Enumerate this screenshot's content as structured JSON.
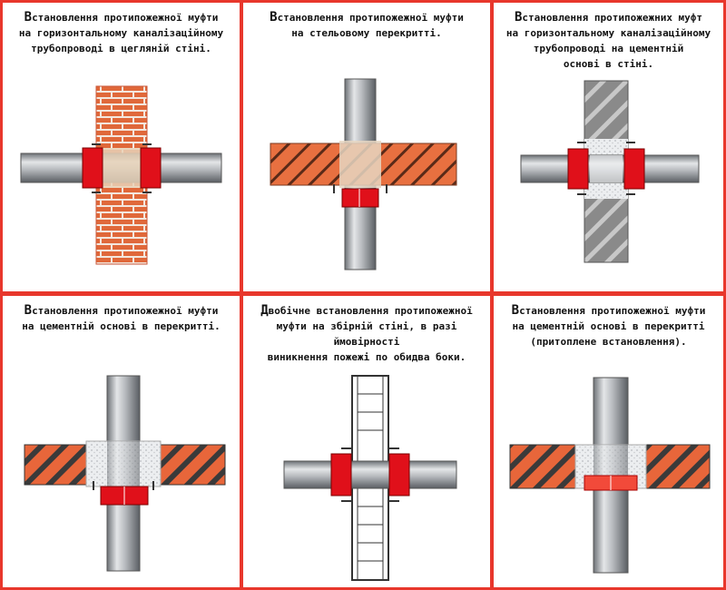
{
  "panels": [
    {
      "caption": "Встановлення протипожежної муфти\nна горизонтальному каналізаційному\nтрубопроводі в цегляній стіні."
    },
    {
      "caption": "Встановлення протипожежної муфти\nна стельовому перекритті."
    },
    {
      "caption": "Встановлення протипожежних муфт\nна горизонтальному каналізаційному\nтрубопроводі на цементній\nоснові в стіні."
    },
    {
      "caption": "Встановлення протипожежної муфти\nна цементній основі в перекритті."
    },
    {
      "caption": "Двобічне встановлення протипожежної\nмуфти на збірній стіні, в разі ймовірності\nвиникнення пожежі по обидва боки."
    },
    {
      "caption": "Встановлення протипожежної муфти\nна цементній основі в перекритті\n(притоплене встановлення)."
    }
  ],
  "colors": {
    "border": "#e8372c",
    "collar": "#e0101a",
    "brick": "#e0683a",
    "pipe": "#a9adb3",
    "concrete": "#808080"
  }
}
